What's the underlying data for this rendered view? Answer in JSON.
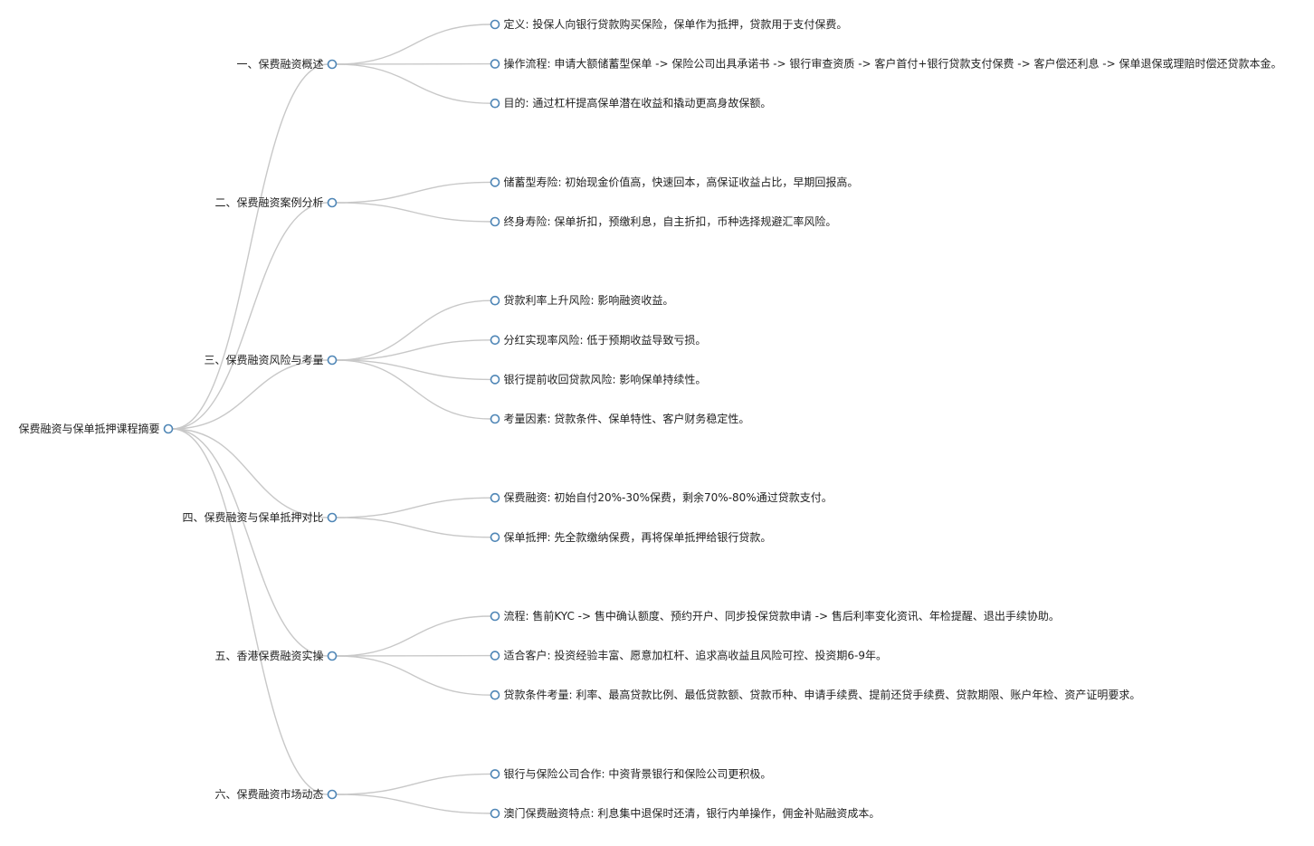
{
  "mindmap": {
    "root": {
      "label": "保费融资与保单抵押课程摘要",
      "children": [
        {
          "label": "一、保费融资概述",
          "children": [
            {
              "label": "定义: 投保人向银行贷款购买保险，保单作为抵押，贷款用于支付保费。"
            },
            {
              "label": "操作流程: 申请大额储蓄型保单 -> 保险公司出具承诺书 -> 银行审查资质 -> 客户首付+银行贷款支付保费 -> 客户偿还利息 -> 保单退保或理赔时偿还贷款本金。"
            },
            {
              "label": "目的: 通过杠杆提高保单潜在收益和撬动更高身故保额。"
            }
          ]
        },
        {
          "label": "二、保费融资案例分析",
          "children": [
            {
              "label": "储蓄型寿险: 初始现金价值高，快速回本，高保证收益占比，早期回报高。"
            },
            {
              "label": "终身寿险: 保单折扣，预缴利息，自主折扣，币种选择规避汇率风险。"
            }
          ]
        },
        {
          "label": "三、保费融资风险与考量",
          "children": [
            {
              "label": "贷款利率上升风险: 影响融资收益。"
            },
            {
              "label": "分红实现率风险: 低于预期收益导致亏损。"
            },
            {
              "label": "银行提前收回贷款风险: 影响保单持续性。"
            },
            {
              "label": "考量因素: 贷款条件、保单特性、客户财务稳定性。"
            }
          ]
        },
        {
          "label": "四、保费融资与保单抵押对比",
          "children": [
            {
              "label": "保费融资: 初始自付20%-30%保费，剩余70%-80%通过贷款支付。"
            },
            {
              "label": "保单抵押: 先全款缴纳保费，再将保单抵押给银行贷款。"
            }
          ]
        },
        {
          "label": "五、香港保费融资实操",
          "children": [
            {
              "label": "流程: 售前KYC -> 售中确认额度、预约开户、同步投保贷款申请 -> 售后利率变化资讯、年检提醒、退出手续协助。"
            },
            {
              "label": "适合客户: 投资经验丰富、愿意加杠杆、追求高收益且风险可控、投资期6-9年。"
            },
            {
              "label": "贷款条件考量: 利率、最高贷款比例、最低贷款额、贷款币种、申请手续费、提前还贷手续费、贷款期限、账户年检、资产证明要求。"
            }
          ]
        },
        {
          "label": "六、保费融资市场动态",
          "children": [
            {
              "label": "银行与保险公司合作: 中资背景银行和保险公司更积极。"
            },
            {
              "label": "澳门保费融资特点: 利息集中退保时还清，银行内单操作，佣金补贴融资成本。"
            }
          ]
        }
      ]
    }
  }
}
